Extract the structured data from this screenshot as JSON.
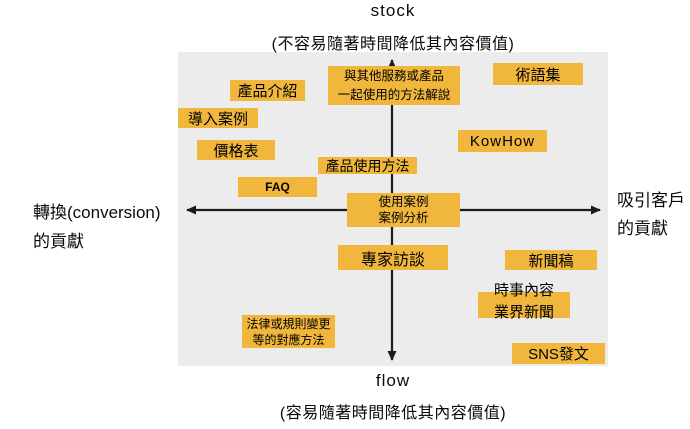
{
  "diagram": {
    "vertical_axis": {
      "top_label": "stock",
      "top_note": "(不容易隨著時間降低其內容價值)",
      "bottom_label": "flow",
      "bottom_note": "(容易隨著時間降低其內容價值)"
    },
    "horizontal_axis": {
      "left_label_line1": "轉換(conversion)",
      "left_label_line2": "的貢獻",
      "right_label_line1": "吸引客戶",
      "right_label_line2": "的貢獻"
    },
    "items": {
      "product_intro": "產品介紹",
      "combined_usage_line1": "與其他服務或產品",
      "combined_usage_line2": "一起使用的方法解說",
      "glossary": "術語集",
      "adoption_cases": "導入案例",
      "price_list": "價格表",
      "knowhow": "KowHow",
      "product_usage": "產品使用方法",
      "faq": "FAQ",
      "use_case_line1": "使用案例",
      "use_case_line2": "案例分析",
      "expert_interview": "專家訪談",
      "press_release": "新聞稿",
      "current_topics_line1": "時事內容",
      "current_topics_line2": "業界新聞",
      "sns_posts": "SNS發文",
      "legal_changes_line1": "法律或規則變更",
      "legal_changes_line2": "等的對應方法"
    },
    "colors": {
      "highlight": "#F0B73C",
      "panel": "#ECECEC",
      "axis": "#1A1A1A"
    }
  }
}
